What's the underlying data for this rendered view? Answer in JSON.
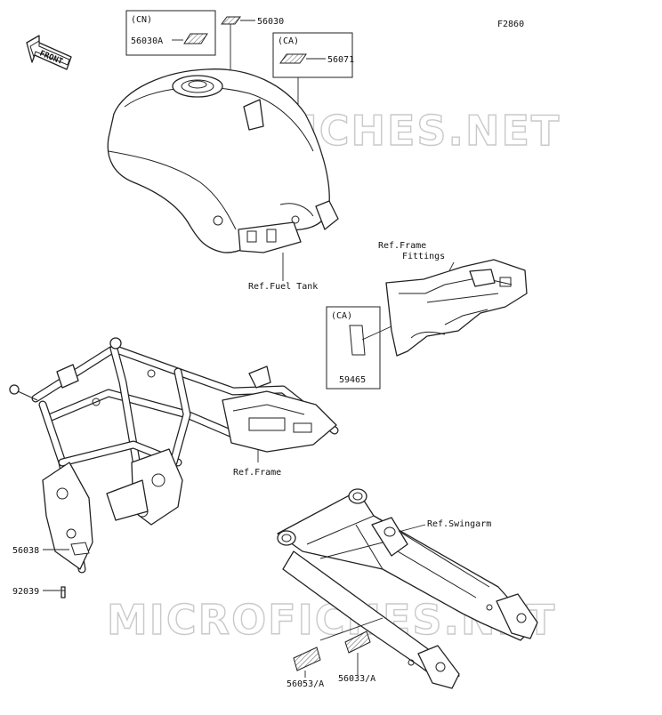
{
  "figure": {
    "code": "F2860"
  },
  "watermarks": [
    "MICROFICHES.NET",
    "MICROFICHES.NET"
  ],
  "front_arrow": {
    "label": "FRONT"
  },
  "callout_boxes": [
    {
      "region": "(CN)",
      "part": "56030A"
    },
    {
      "region": "(CA)",
      "part": "56071"
    },
    {
      "region": "(CA)",
      "part": "59465"
    }
  ],
  "part_labels": {
    "p56030": "56030",
    "p56038": "56038",
    "p92039": "92039",
    "p56053A": "56053/A",
    "p56033A": "56033/A"
  },
  "reference_labels": {
    "fuel_tank": "Ref.Fuel Tank",
    "frame_fittings_1": "Ref.Frame",
    "frame_fittings_2": "Fittings",
    "frame": "Ref.Frame",
    "swingarm": "Ref.Swingarm"
  }
}
